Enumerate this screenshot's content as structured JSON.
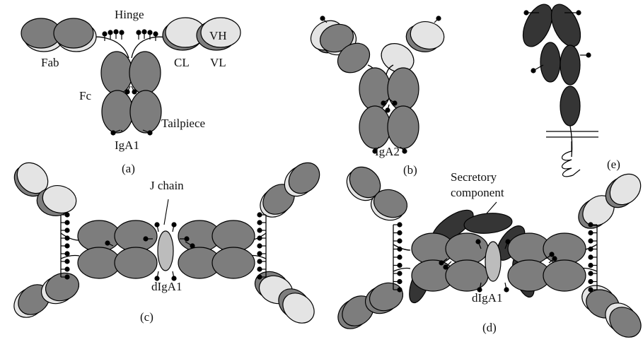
{
  "figure": {
    "domains": {
      "heavy": {
        "name": "Fab",
        "color": "#7d7d7d"
      },
      "light": {
        "name": "CL",
        "color": "#e4e4e4"
      },
      "secretory": {
        "name": "Secretory component",
        "color": "#353535"
      },
      "jchain": {
        "name": "J chain",
        "color": "#bcbcbc"
      }
    },
    "labels": {
      "fab": "Fab",
      "hinge": "Hinge",
      "cl": "CL",
      "vh": "VH",
      "vl": "VL",
      "fc": "Fc",
      "tailpiece": "Tailpiece",
      "iga1": "IgA1",
      "iga2": "IgA2",
      "jchain": "J chain",
      "digA1_c": "dIgA1",
      "digA1_d": "dIgA1",
      "secretory_1": "Secretory",
      "secretory_2": "component"
    },
    "panels": {
      "a": "(a)",
      "b": "(b)",
      "c": "(c)",
      "d": "(d)",
      "e": "(e)"
    }
  }
}
